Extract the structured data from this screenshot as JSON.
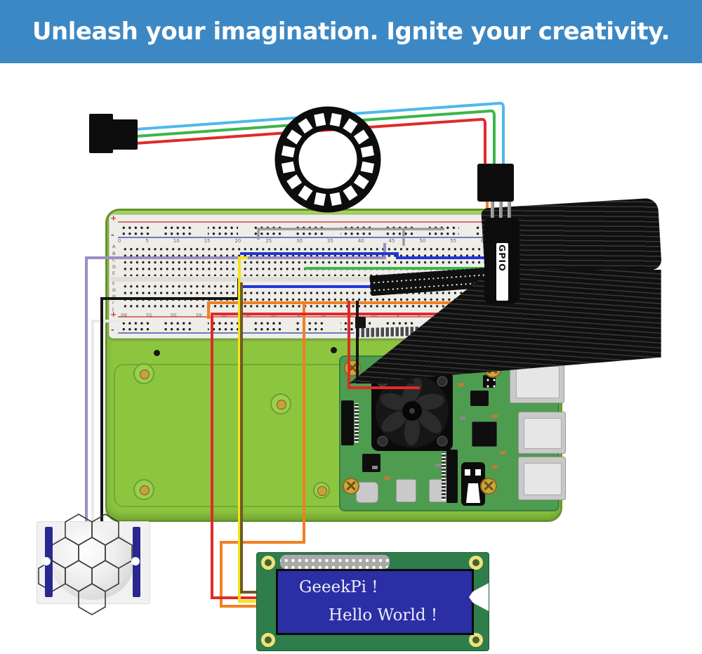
{
  "banner": {
    "text": "Unleash your imagination. Ignite your creativity.",
    "bg_color": "#3C88C4",
    "text_color": "#FFFFFF"
  },
  "breadboard": {
    "rows_top": [
      "A",
      "B",
      "C",
      "D",
      "E"
    ],
    "rows_bottom": [
      "F",
      "G",
      "H",
      "I",
      "J"
    ],
    "cols_top": [
      "0",
      "5",
      "10",
      "15",
      "20",
      "25",
      "30",
      "35",
      "40",
      "45",
      "50",
      "55",
      "60"
    ],
    "cols_bottom": [
      "60",
      "55",
      "50",
      "45",
      "40",
      "35",
      "30",
      "25",
      "20",
      "15",
      "10",
      "5",
      "0"
    ],
    "plus": "+",
    "minus": "-"
  },
  "ribbon_cable": {
    "label": "GPIO"
  },
  "lcd": {
    "line1": "GeeekPi !",
    "line2": "Hello  World !",
    "screen_color": "#2B2FA5",
    "board_color": "#2E7D4B"
  },
  "colors": {
    "banner_blue": "#3C88C4",
    "plate_green": "#8CC63F",
    "pi_green": "#4E9C50",
    "wire_red": "#E02A2A",
    "wire_green": "#3CB54A",
    "wire_cyan": "#4FB9E9",
    "wire_orange": "#F08020",
    "wire_yellow": "#F5E21A",
    "wire_blue": "#2336D6",
    "wire_purple": "#9B8EC4",
    "wire_olive": "#6F5B22",
    "wire_black": "#141414",
    "wire_white": "#E9E9E9",
    "wire_gray": "#9A9A9A"
  }
}
